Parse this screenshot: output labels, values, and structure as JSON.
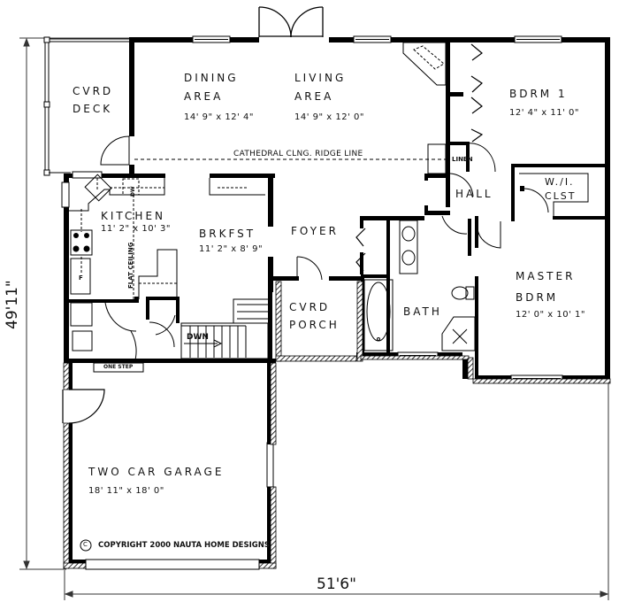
{
  "plan": {
    "overall_width": "51'6\"",
    "overall_depth": "49'11\"",
    "copyright": "COPYRIGHT 2000 NAUTA HOME DESIGNS",
    "copyright_symbol": "C",
    "ridge_line": "CATHEDRAL CLNG. RIDGE LINE",
    "flat_ceiling": "FLAT CEILING",
    "one_step": "ONE STEP",
    "stair_direction": "DWN",
    "linen": "LINEN",
    "fridge": "F",
    "dishwasher": "DW"
  },
  "rooms": {
    "cvrd_deck": {
      "line1": "CVRD",
      "line2": "DECK"
    },
    "dining": {
      "line1": "DINING",
      "line2": "AREA",
      "size": "14' 9\" x 12' 4\""
    },
    "living": {
      "line1": "LIVING",
      "line2": "AREA",
      "size": "14' 9\" x 12' 0\""
    },
    "bdrm1": {
      "line1": "BDRM 1",
      "size": "12' 4\" x 11' 0\""
    },
    "kitchen": {
      "line1": "KITCHEN",
      "size": "11' 2\" x 10' 3\""
    },
    "brkfst": {
      "line1": "BRKFST",
      "size": "11' 2\" x 8' 9\""
    },
    "foyer": {
      "line1": "FOYER"
    },
    "hall": {
      "line1": "HALL"
    },
    "wi_closet": {
      "line1": "W./I.",
      "line2": "CLST"
    },
    "cvrd_porch": {
      "line1": "CVRD",
      "line2": "PORCH"
    },
    "bath": {
      "line1": "BATH"
    },
    "master": {
      "line1": "MASTER",
      "line2": "BDRM",
      "size": "12' 0\" x 10' 1\""
    },
    "garage": {
      "line1": "TWO CAR GARAGE",
      "size": "18' 11\" x 18' 0\""
    }
  }
}
